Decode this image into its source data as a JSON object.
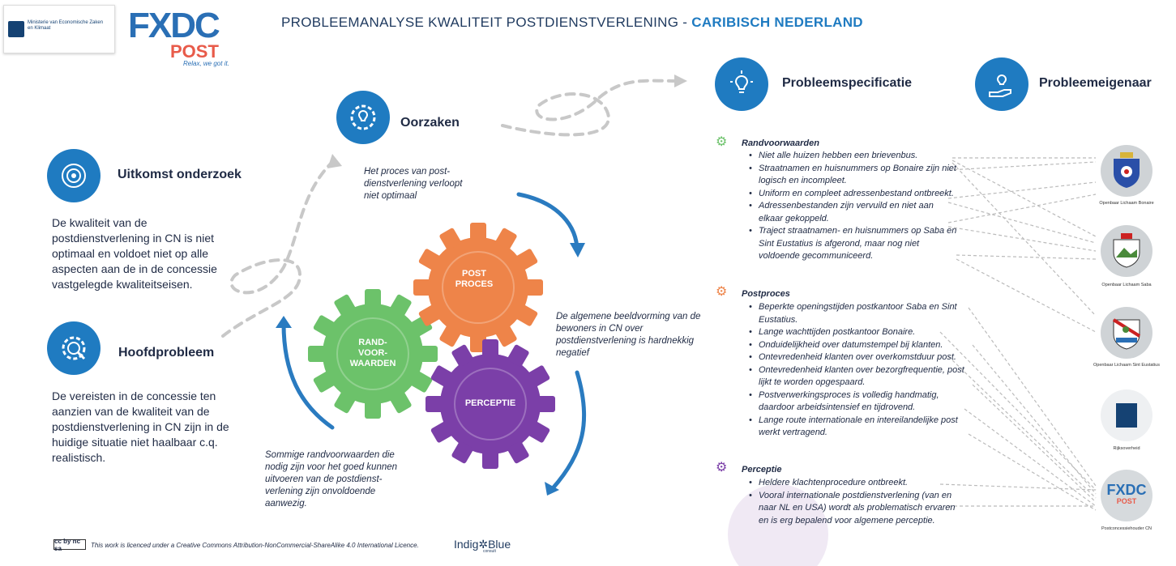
{
  "header": {
    "ministry": "Ministerie van Economische Zaken en Klimaat",
    "fxdc_logo": "FXDC",
    "fxdc_post": "POST",
    "fxdc_tagline": "Relax, we got it.",
    "title_main": "PROBLEEMANALYSE KWALITEIT POSTDIENSTVERLENING - ",
    "title_accent": "CARIBISCH NEDERLAND"
  },
  "sections": {
    "uitkomst": {
      "title": "Uitkomst onderzoek",
      "text": "De kwaliteit van de postdienstverlening in CN is niet optimaal en voldoet niet op alle aspecten aan de in de concessie vastgelegde kwaliteitseisen.",
      "icon": "target-icon"
    },
    "hoofdprobleem": {
      "title": "Hoofdprobleem",
      "text": "De vereisten in de concessie ten aanzien van de kwaliteit van de postdienstverlening in CN zijn in de huidige situatie niet haalbaar c.q. realistisch.",
      "icon": "magnifier-gear-icon"
    },
    "oorzaken": {
      "title": "Oorzaken",
      "icon": "bulb-gear-icon"
    },
    "probleemspecificatie": {
      "title": "Probleemspecificatie",
      "icon": "bulb-icon"
    },
    "probleemeigenaar": {
      "title": "Probleemeigenaar",
      "icon": "hand-bulb-icon"
    }
  },
  "gears": {
    "post": "POST PROCES",
    "rand": "RAND- VOOR- WAARDEN",
    "perceptie": "PERCEPTIE"
  },
  "gear_notes": {
    "top": "Het proces van post-dienstverlening verloopt niet optimaal",
    "right": "De algemene beeldvorming van de bewoners in CN over postdienstverlening is hardnekkig negatief",
    "bottom": "Sommige randvoorwaarden die nodig zijn voor het goed kunnen uitvoeren van de postdienst-verlening zijn onvoldoende aanwezig."
  },
  "spec": {
    "randvoorwaarden": {
      "title": "Randvoorwaarden",
      "items": [
        "Niet alle huizen hebben een brievenbus.",
        "Straatnamen en huisnummers op Bonaire zijn niet logisch en incompleet.",
        "Uniform en compleet adressenbestand ontbreekt.",
        "Adressenbestanden zijn vervuild en niet aan elkaar gekoppeld.",
        "Traject straatnamen- en huisnummers op Saba en Sint Eustatius is afgerond, maar nog niet voldoende gecommuniceerd."
      ]
    },
    "postproces": {
      "title": "Postproces",
      "items": [
        "Beperkte openingstijden postkantoor Saba en Sint Eustatius.",
        "Lange wachttijden postkantoor Bonaire.",
        "Onduidelijkheid over datumstempel bij klanten.",
        "Ontevredenheid klanten over overkomstduur post.",
        "Ontevredenheid klanten over bezorgfrequentie, post lijkt te worden opgespaard.",
        "Postverwerkingsproces is volledig handmatig, daardoor arbeidsintensief en tijdrovend.",
        "Lange route internationale en intereilandelijke post werkt vertragend."
      ]
    },
    "perceptie": {
      "title": "Perceptie",
      "items": [
        "Heldere klachtenprocedure ontbreekt.",
        "Vooral internationale postdienstverlening (van en naar NL en USA) wordt als problematisch ervaren en is erg bepalend voor algemene perceptie."
      ]
    }
  },
  "owners": [
    {
      "label": "Openbaar Lichaam Bonaire",
      "icon": "bonaire-crest-icon"
    },
    {
      "label": "Openbaar Lichaam Saba",
      "icon": "saba-crest-icon"
    },
    {
      "label": "Openbaar Lichaam Sint Eustatius",
      "icon": "statia-crest-icon"
    },
    {
      "label": "Rijksoverheid",
      "icon": "rijksoverheid-icon"
    },
    {
      "label": "Postconcessiehouder CN",
      "icon": "fxdc-icon",
      "logo": "FXDC",
      "logo_sub": "POST"
    }
  ],
  "footer": {
    "license": "This work is licenced under a Creative Commons Attribution-NonCommercial-ShareAlike 4.0 International Licence.",
    "cc": "cc by nc sa",
    "brand": "Indig✲Blue",
    "brand_sub": "consult"
  },
  "colors": {
    "blue": "#1f7bc1",
    "orange": "#ee8449",
    "green": "#6cc26a",
    "purple": "#7b3fa8"
  }
}
